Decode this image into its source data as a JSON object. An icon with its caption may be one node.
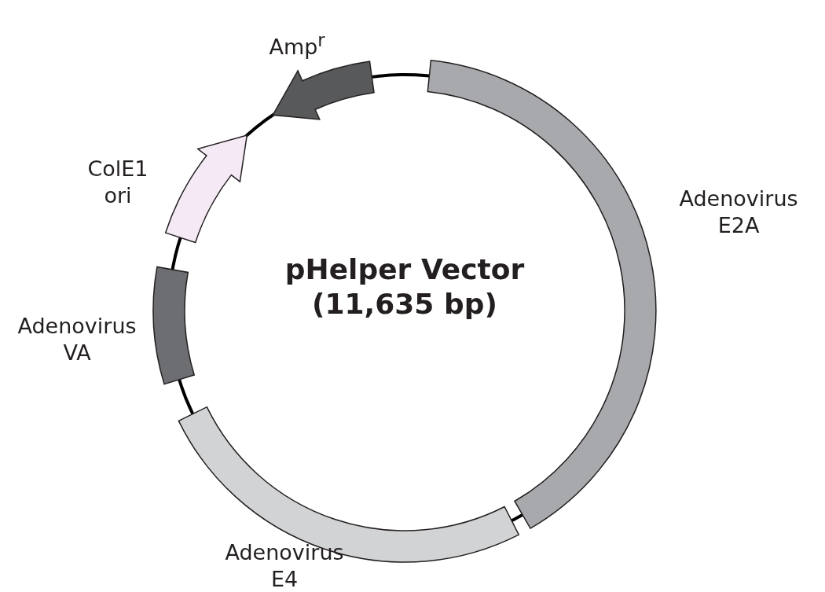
{
  "diagram": {
    "title": "pHelper Vector (11,635 bp)",
    "nodes": [
      {
        "text": [
          "Amp$^{r}$"
        ]
      },
      {
        "text": [
          "ColE1 ori"
        ]
      },
      {
        "text": [
          "Adenovirus E2A"
        ]
      },
      {
        "text": [
          "Adenovirus VA"
        ]
      },
      {
        "text": [
          "Adenovirus E4"
        ]
      }
    ]
  }
}
